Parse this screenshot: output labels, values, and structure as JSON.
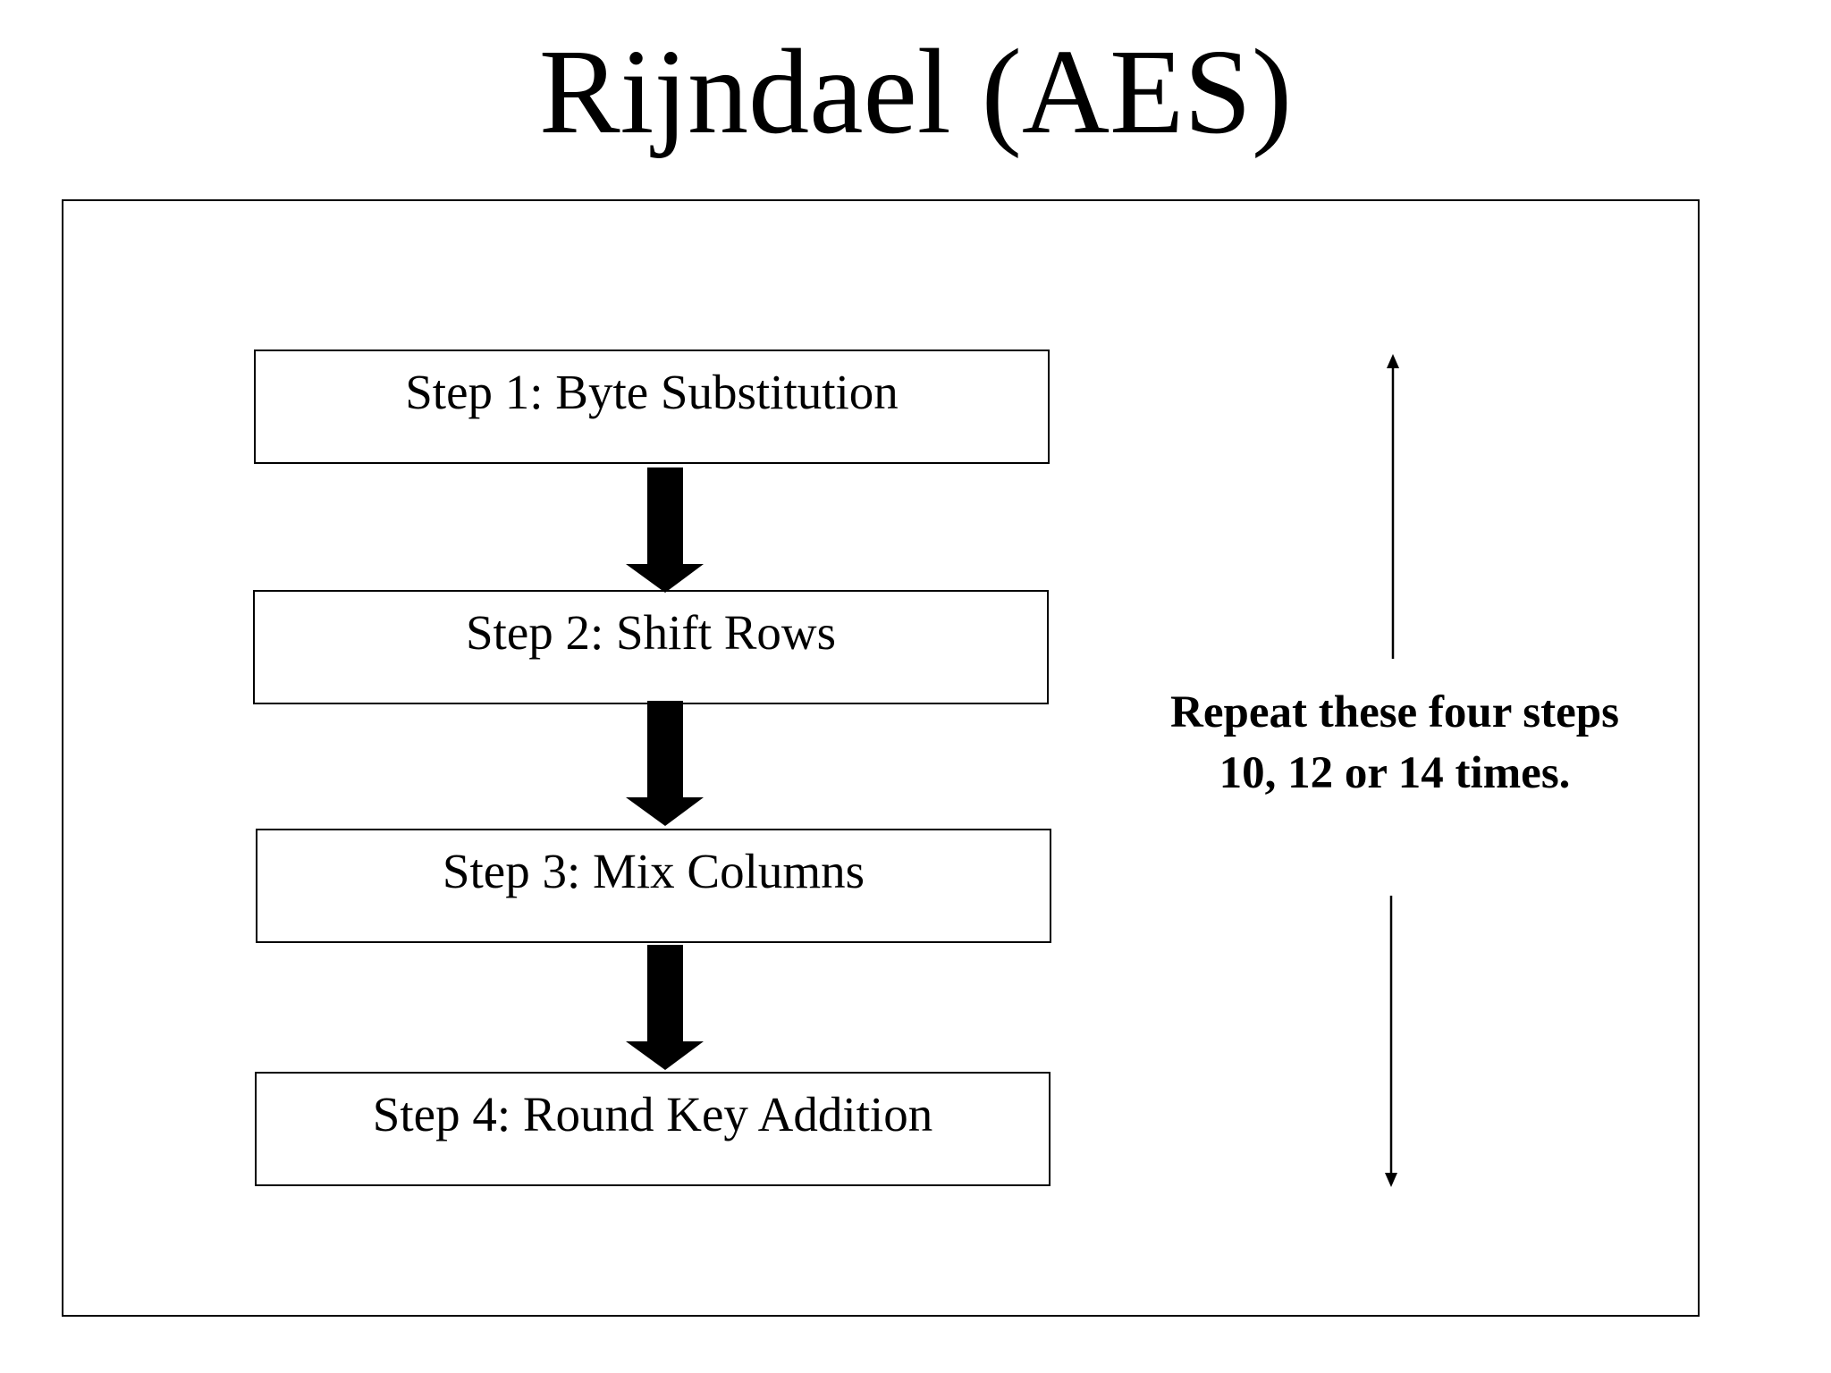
{
  "title": "Rijndael (AES)",
  "steps": [
    "Step 1: Byte Substitution",
    "Step 2: Shift Rows",
    "Step 3: Mix Columns",
    "Step 4: Round Key Addition"
  ],
  "repeat_note": "Repeat these four steps 10, 12 or 14 times.",
  "colors": {
    "ink": "#000000",
    "background": "#ffffff"
  }
}
